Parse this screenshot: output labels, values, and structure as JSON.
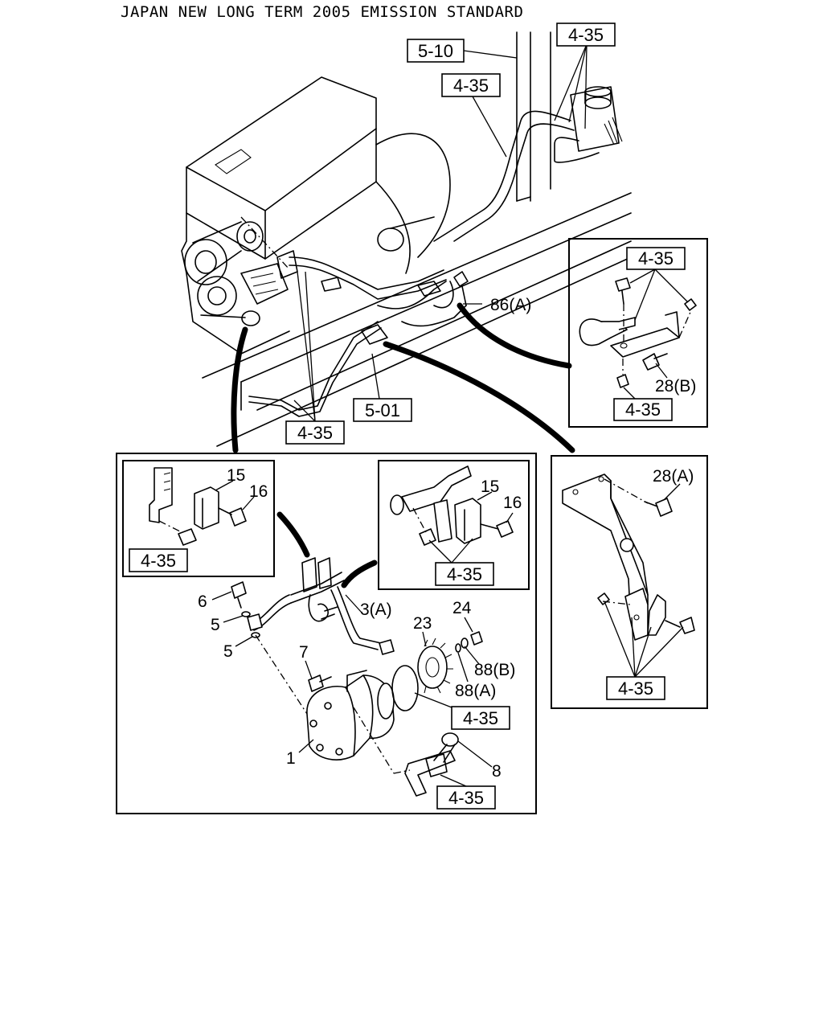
{
  "title": "JAPAN NEW LONG TERM 2005 EMISSION STANDARD",
  "refs": {
    "r510": "5-10",
    "r435_reservoir": "4-35",
    "r435_pipe": "4-35",
    "r501": "5-01",
    "r435_bottom_pipes": "4-35",
    "r435_clamp_detail": "4-35",
    "r435_clamp_nut": "4-35",
    "r435_left_bracket": "4-35",
    "r435_right_bracket": "4-35",
    "r435_oring": "4-35",
    "r435_pump_bracket": "4-35",
    "r435_big_bracket": "4-35"
  },
  "parts": {
    "p86a": "86(A)",
    "p28b": "28(B)",
    "p28a": "28(A)",
    "p15_left": "15",
    "p16_left": "16",
    "p15_right": "15",
    "p16_right": "16",
    "p6": "6",
    "p5_upper": "5",
    "p5_lower": "5",
    "p3a": "3(A)",
    "p23": "23",
    "p24": "24",
    "p7": "7",
    "p88b": "88(B)",
    "p88a": "88(A)",
    "p1": "1",
    "p8": "8"
  }
}
